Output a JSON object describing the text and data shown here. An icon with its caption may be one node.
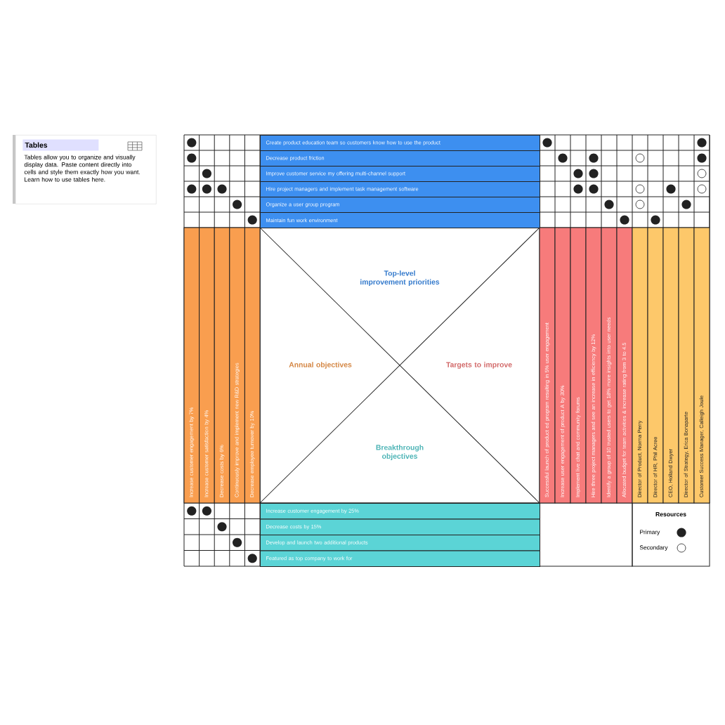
{
  "diagram": {
    "nodes": [
      {
        "text": [
          "Tables",
          "Tables allow you to organize and visually display data. Paste content directly into cells and style them exactly how you want. Learn how to use tables here."
        ]
      },
      {
        "text": [
          "Create product education team so customers know how to use the product"
        ]
      },
      {
        "text": [
          "Decrease product friction"
        ]
      },
      {
        "text": [
          "Improve customer service my offering multi-channel support"
        ]
      },
      {
        "text": [
          "Hire project managers and implement task management software"
        ]
      },
      {
        "text": [
          "Organize a user group program"
        ]
      },
      {
        "text": [
          "Maintain fun work environment"
        ]
      },
      {
        "text": [
          "Increase customer engagement by 7%"
        ]
      },
      {
        "text": [
          "Increase customer satisfaction by 4%"
        ]
      },
      {
        "text": [
          "Decrease costs by 6%"
        ]
      },
      {
        "text": [
          "Continuously improve and implement new R&D strategies"
        ]
      },
      {
        "text": [
          "Decrease employee turnover by 10%"
        ]
      },
      {
        "text": [
          "Successful launch of product ed program resulting in 5% user engagement"
        ]
      },
      {
        "text": [
          "Increase user engagement of product A by 30%"
        ]
      },
      {
        "text": [
          "Implement live chat and community forums"
        ]
      },
      {
        "text": [
          "Hire three project managers and see an increase in efficiency by 12%"
        ]
      },
      {
        "text": [
          "Identify a group of 10 trusted users to get 18% more insights into user needs"
        ]
      },
      {
        "text": [
          "Allocated budget for team activities & increase rating from 3 to 4.5"
        ]
      },
      {
        "text": [
          "Director of Product, Norma Perry"
        ]
      },
      {
        "text": [
          "Director of HR, Phil Acree"
        ]
      },
      {
        "text": [
          "CEO, Holland Dwyer"
        ]
      },
      {
        "text": [
          "Director of Strategy, Erica Bonaparte"
        ]
      },
      {
        "text": [
          "Customer Success Manager, Calleigh Joule"
        ]
      },
      {
        "text": [
          "Increase customer engagement by 25%"
        ]
      },
      {
        "text": [
          "Decrease costs by 15%"
        ]
      },
      {
        "text": [
          "Develop and launch two additional products"
        ]
      },
      {
        "text": [
          "Featured as top company to work for"
        ]
      }
    ],
    "labels": [
      "Top-level improvement priorities",
      "Annual objectives",
      "Targets to improve",
      "Breakthrough objectives",
      "Resources"
    ],
    "legend": [
      {
        "text": "Primary"
      },
      {
        "text": "Secondary"
      }
    ]
  }
}
